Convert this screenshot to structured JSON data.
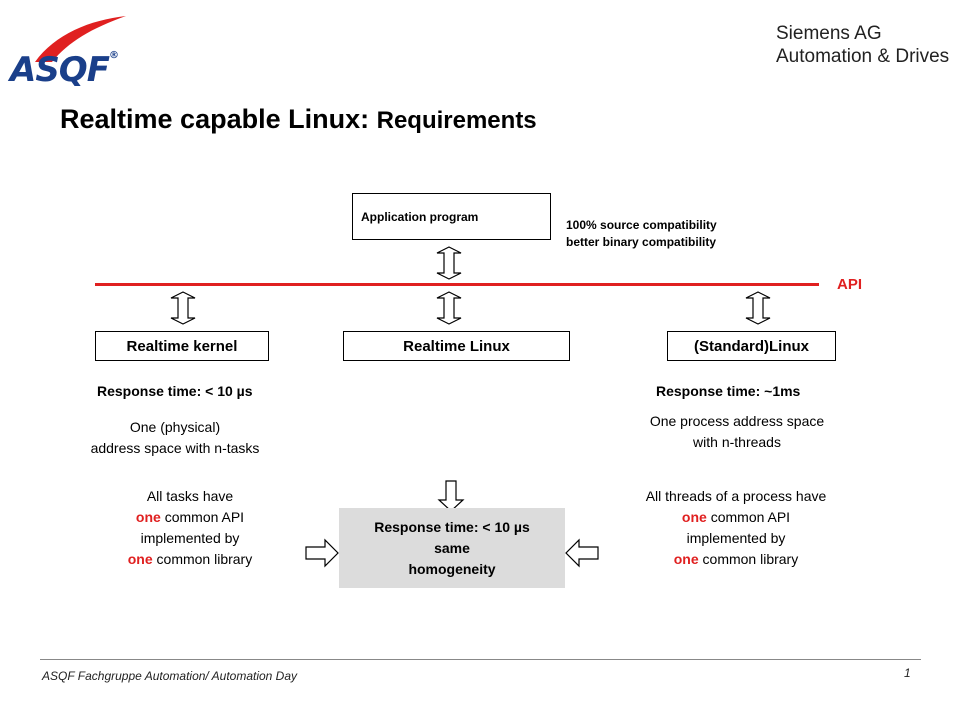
{
  "header": {
    "logo_text": "ASQF",
    "logo_reg": "®",
    "company_line1": "Siemens AG",
    "company_line2": "Automation & Drives",
    "title_main": "Realtime capable Linux:",
    "title_sub": "Requirements"
  },
  "diagram": {
    "app_box": "Application program",
    "compat_line1": "100% source compatibility",
    "compat_line2": "better binary compatibility",
    "api_label": "API",
    "kernel_box": "Realtime kernel",
    "rtlinux_box": "Realtime Linux",
    "stdlinux_box": "(Standard)Linux",
    "left_response": "Response time: < 10 µs",
    "right_response": "Response time: ~1ms",
    "left_desc_line1": "One (physical)",
    "left_desc_line2": "address space with n-tasks",
    "right_desc_line1": "One process address space",
    "right_desc_line2": "with n-threads",
    "left_api": {
      "line1": "All tasks have",
      "line2_red": "one",
      "line2_rest": " common API",
      "line3": "implemented by",
      "line4_red": "one",
      "line4_rest": " common library"
    },
    "right_api": {
      "line1": "All threads of a process have",
      "line2_red": "one",
      "line2_rest": " common API",
      "line3": "implemented by",
      "line4_red": "one",
      "line4_rest": " common library"
    },
    "homog_line1": "Response time: < 10 µs",
    "homog_line2": "same",
    "homog_line3": "homogeneity",
    "colors": {
      "accent_red": "#e02020",
      "logo_blue": "#1a3f8a",
      "homog_fill": "#dcdcdc"
    }
  },
  "footer": {
    "text": "ASQF Fachgruppe Automation/ Automation Day",
    "page": "1"
  }
}
